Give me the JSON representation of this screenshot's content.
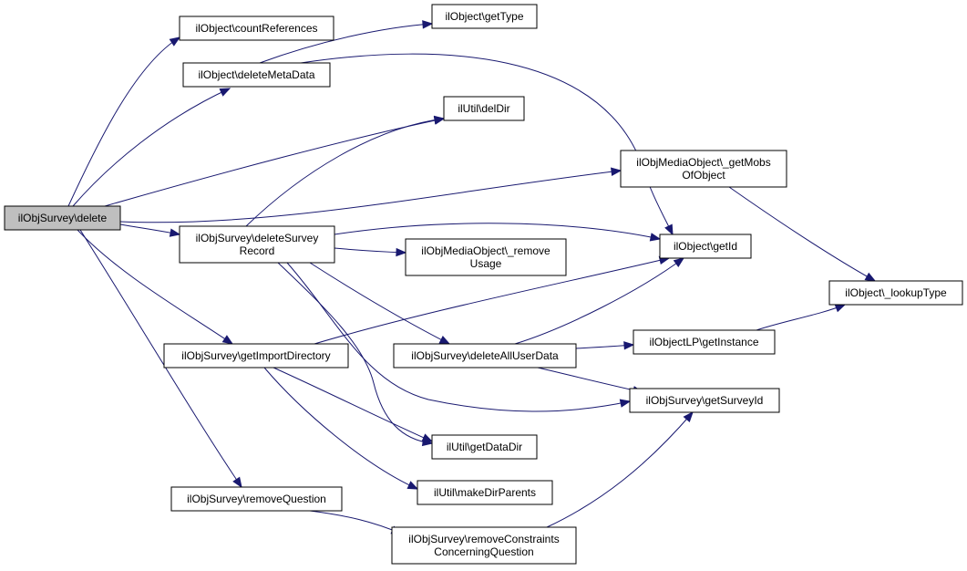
{
  "nodes": [
    {
      "id": "root",
      "lines": [
        "ilObjSurvey\\delete"
      ],
      "root": true,
      "interactable": true
    },
    {
      "id": "countRefs",
      "lines": [
        "ilObject\\countReferences"
      ],
      "interactable": true
    },
    {
      "id": "getType",
      "lines": [
        "ilObject\\getType"
      ],
      "interactable": true
    },
    {
      "id": "delMeta",
      "lines": [
        "ilObject\\deleteMetaData"
      ],
      "interactable": true
    },
    {
      "id": "delDir",
      "lines": [
        "ilUtil\\delDir"
      ],
      "interactable": true
    },
    {
      "id": "getMobs",
      "lines": [
        "ilObjMediaObject\\_getMobs",
        "OfObject"
      ],
      "interactable": true
    },
    {
      "id": "delSurveyRec",
      "lines": [
        "ilObjSurvey\\deleteSurvey",
        "Record"
      ],
      "interactable": true
    },
    {
      "id": "getId",
      "lines": [
        "ilObject\\getId"
      ],
      "interactable": true
    },
    {
      "id": "removeUsage",
      "lines": [
        "ilObjMediaObject\\_remove",
        "Usage"
      ],
      "interactable": true
    },
    {
      "id": "lookupType",
      "lines": [
        "ilObject\\_lookupType"
      ],
      "interactable": true
    },
    {
      "id": "getImportDir",
      "lines": [
        "ilObjSurvey\\getImportDirectory"
      ],
      "interactable": true
    },
    {
      "id": "delAllUser",
      "lines": [
        "ilObjSurvey\\deleteAllUserData"
      ],
      "interactable": true
    },
    {
      "id": "getInstance",
      "lines": [
        "ilObjectLP\\getInstance"
      ],
      "interactable": true
    },
    {
      "id": "getSurveyId",
      "lines": [
        "ilObjSurvey\\getSurveyId"
      ],
      "interactable": true
    },
    {
      "id": "getDataDir",
      "lines": [
        "ilUtil\\getDataDir"
      ],
      "interactable": true
    },
    {
      "id": "makeDirParents",
      "lines": [
        "ilUtil\\makeDirParents"
      ],
      "interactable": true
    },
    {
      "id": "removeQuestion",
      "lines": [
        "ilObjSurvey\\removeQuestion"
      ],
      "interactable": true
    },
    {
      "id": "removeConstraints",
      "lines": [
        "ilObjSurvey\\removeConstraints",
        "ConcerningQuestion"
      ],
      "interactable": true
    }
  ],
  "edges": [
    {
      "from": "root",
      "to": "countRefs"
    },
    {
      "from": "root",
      "to": "delMeta"
    },
    {
      "from": "root",
      "to": "delDir"
    },
    {
      "from": "root",
      "to": "getMobs"
    },
    {
      "from": "root",
      "to": "delSurveyRec"
    },
    {
      "from": "root",
      "to": "getImportDir"
    },
    {
      "from": "root",
      "to": "removeQuestion"
    },
    {
      "from": "delMeta",
      "to": "getType"
    },
    {
      "from": "delMeta",
      "to": "getId"
    },
    {
      "from": "delSurveyRec",
      "to": "delDir"
    },
    {
      "from": "delSurveyRec",
      "to": "getId"
    },
    {
      "from": "delSurveyRec",
      "to": "removeUsage"
    },
    {
      "from": "delSurveyRec",
      "to": "delAllUser"
    },
    {
      "from": "delSurveyRec",
      "to": "getSurveyId"
    },
    {
      "from": "delSurveyRec",
      "to": "getDataDir"
    },
    {
      "from": "getMobs",
      "to": "lookupType"
    },
    {
      "from": "getImportDir",
      "to": "getId"
    },
    {
      "from": "getImportDir",
      "to": "getDataDir"
    },
    {
      "from": "getImportDir",
      "to": "makeDirParents"
    },
    {
      "from": "delAllUser",
      "to": "getId"
    },
    {
      "from": "delAllUser",
      "to": "getInstance"
    },
    {
      "from": "delAllUser",
      "to": "getSurveyId"
    },
    {
      "from": "getInstance",
      "to": "lookupType"
    },
    {
      "from": "removeQuestion",
      "to": "removeConstraints"
    },
    {
      "from": "removeConstraints",
      "to": "getSurveyId"
    }
  ]
}
